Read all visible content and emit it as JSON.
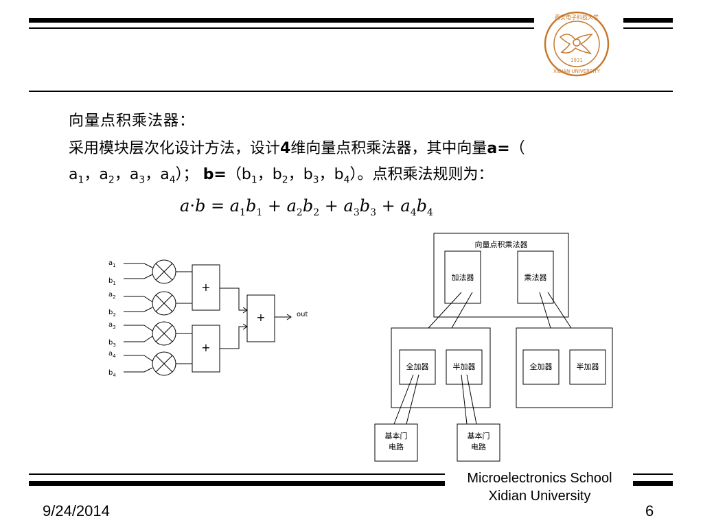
{
  "heading": "向量点积乘法器：",
  "paragraph": {
    "line1_prefix": "采用模块层次化设计方法，设计",
    "four": "4",
    "line1_mid": "维向量点积乘法器，其中向量",
    "a_eq": "a=",
    "paren_open": "（",
    "a": [
      "a",
      "a",
      "a",
      "a"
    ],
    "sep": "，",
    "paren_close_semicolon": "）；",
    "b_eq": "b=",
    "b": [
      "b",
      "b",
      "b",
      "b"
    ],
    "subs": [
      "1",
      "2",
      "3",
      "4"
    ],
    "tail": "）。点积乘法规则为："
  },
  "formula": {
    "a": "a",
    "dot": "·",
    "b": "b",
    "eq": " = ",
    "plus": " + ",
    "subs": [
      "1",
      "2",
      "3",
      "4"
    ]
  },
  "left_diagram": {
    "inputs": [
      "a",
      "b",
      "a",
      "b",
      "a",
      "b",
      "a",
      "b"
    ],
    "input_subs": [
      "1",
      "1",
      "2",
      "2",
      "3",
      "3",
      "4",
      "4"
    ],
    "plus_symbol": "+",
    "output_label": "out"
  },
  "right_diagram": {
    "top_title": "向量点积乘法器",
    "adder": "加法器",
    "multiplier": "乘法器",
    "full_adder": "全加器",
    "half_adder": "半加器",
    "basic_gate_line1": "基本门",
    "basic_gate_line2": "电路"
  },
  "footer": {
    "school_line1": "Microelectronics School",
    "school_line2": "Xidian University",
    "date": "9/24/2014",
    "page": "6"
  },
  "logo": {
    "year": "1931",
    "text_bottom": "XIDIAN UNIVERSITY",
    "text_top": "西安电子科技大学",
    "color": "#c8782a"
  }
}
